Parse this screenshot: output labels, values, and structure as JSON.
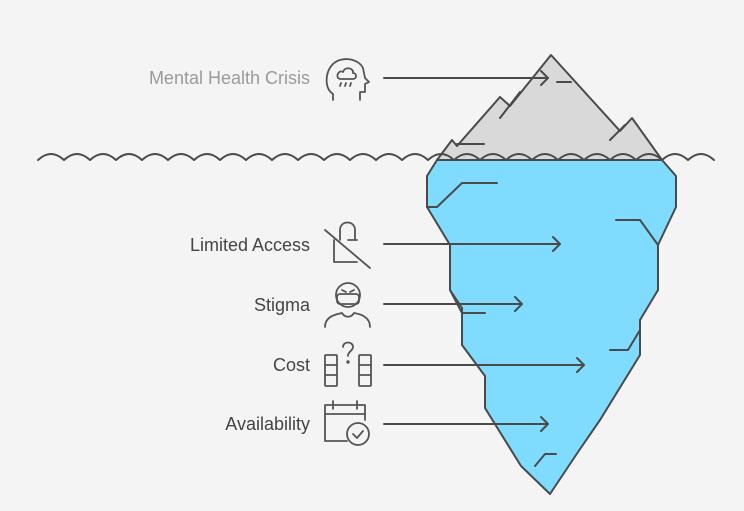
{
  "title_label": "Mental Health Crisis",
  "items": [
    {
      "label": "Limited Access",
      "icon": "lock-off-icon"
    },
    {
      "label": "Stigma",
      "icon": "masked-person-icon"
    },
    {
      "label": "Cost",
      "icon": "question-bars-icon"
    },
    {
      "label": "Availability",
      "icon": "calendar-check-icon"
    }
  ],
  "colors": {
    "water": "#7fdcff",
    "ice": "#d9d9d9",
    "stroke": "#4a4a4a",
    "background": "#f4f4f4"
  }
}
